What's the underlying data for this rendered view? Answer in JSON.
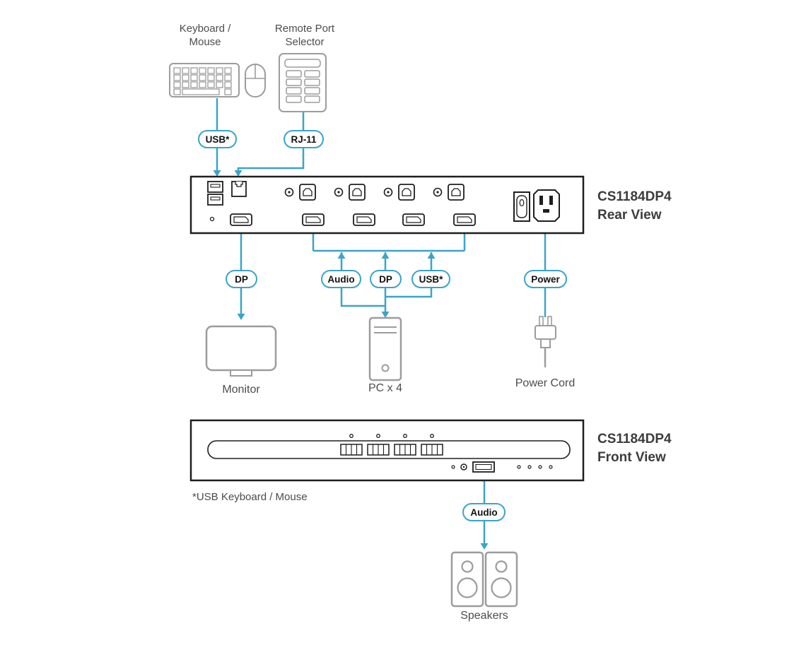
{
  "colors": {
    "accent": "#3AA4C8",
    "device": "#9C9C9C",
    "panel": "#1E1E1E",
    "text": "#4C4C4C",
    "title": "#3C3C3C"
  },
  "top_devices": {
    "keyboard_mouse_label": "Keyboard /\nMouse",
    "remote_selector_label": "Remote Port\nSelector"
  },
  "pills": {
    "usb_keyboard": "USB*",
    "rj11": "RJ-11",
    "dp_monitor": "DP",
    "audio_pc": "Audio",
    "dp_pc": "DP",
    "usb_pc": "USB*",
    "power": "Power",
    "audio_front": "Audio"
  },
  "panels": {
    "rear_title": "CS1184DP4\nRear View",
    "front_title": "CS1184DP4\nFront View"
  },
  "bottom_devices": {
    "monitor_label": "Monitor",
    "pc_label": "PC x 4",
    "power_cord_label": "Power Cord",
    "speakers_label": "Speakers"
  },
  "footnote": "*USB Keyboard / Mouse"
}
